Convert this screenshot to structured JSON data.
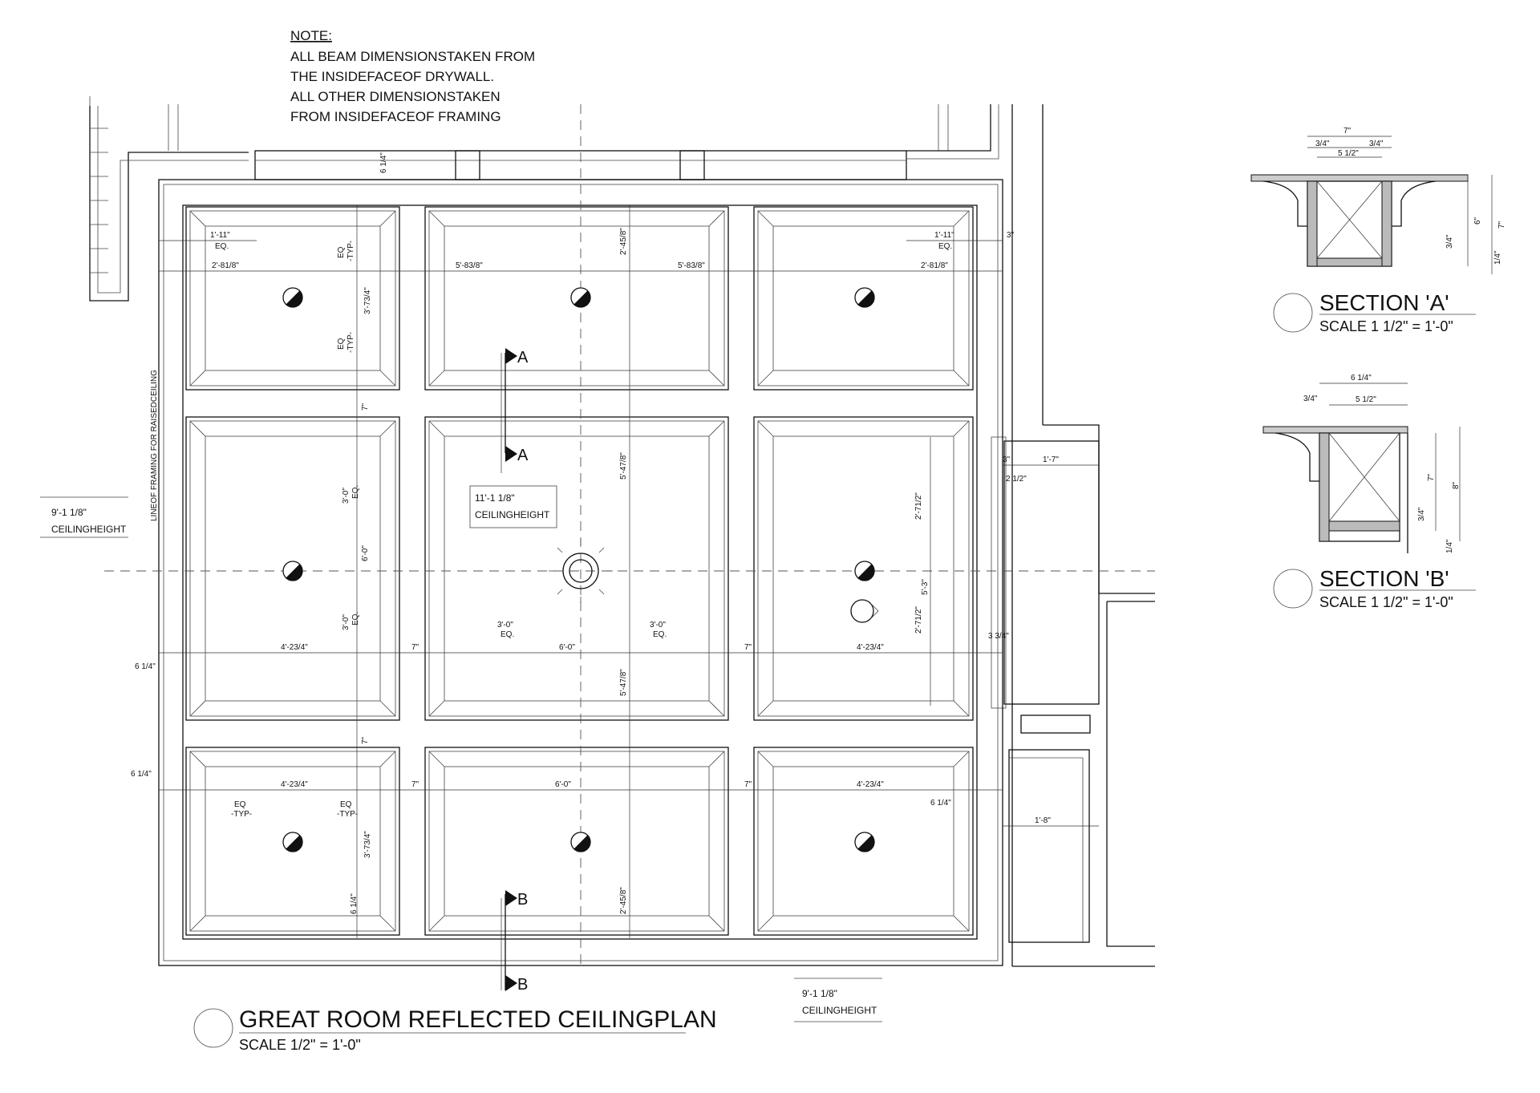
{
  "note": {
    "heading": "NOTE:",
    "lines": [
      "ALL BEAM DIMENSIONSTAKEN FROM",
      "THE INSIDEFACEOF DRYWALL.",
      "ALL OTHER DIMENSIONSTAKEN",
      "FROM INSIDEFACEOF FRAMING"
    ]
  },
  "plan": {
    "title": "GREAT ROOM REFLECTED CEILINGPLAN",
    "scale": "SCALE 1/2\" = 1'-0\"",
    "raised_ceiling_note": "LINEOF FRAMING FOR RAISEDCEILING",
    "center_height": "11'-1 1/8\"",
    "center_height_label": "CEILINGHEIGHT",
    "left_height": "9'-1 1/8\"",
    "left_height_label": "CEILINGHEIGHT",
    "bottom_height": "9'-1 1/8\"",
    "bottom_height_label": "CEILINGHEIGHT",
    "section_marks": [
      "A",
      "A",
      "B",
      "B"
    ]
  },
  "dimensions": {
    "d_11": "1'-11\"",
    "eq": "EQ.",
    "eq_typ": "EQ",
    "typ": "-TYP-",
    "d_2_81": "2'-81/8\"",
    "d_5_83": "5'-83/8\"",
    "d_2_45": "2'-45/8\"",
    "d_3_73": "3'-73/4\"",
    "d_6_14": "6 1/4\"",
    "d_3": "3\"",
    "d_7": "7\"",
    "d_3_0": "3'-0\"",
    "d_6_0": "6'-0\"",
    "d_5_47": "5'-47/8\"",
    "d_4_23": "4'-23/4\"",
    "d_2_71": "2'-71/2\"",
    "d_5_3": "5'-3\"",
    "d_1_7": "1'-7\"",
    "d_2_12": "2 1/2\"",
    "d_3_34": "3 3/4\"",
    "d_1_8": "1'-8\""
  },
  "section_a": {
    "title": "SECTION 'A'",
    "scale": "SCALE 1 1/2\" = 1'-0\"",
    "dims": [
      "7\"",
      "3/4\"",
      "3/4\"",
      "5 1/2\"",
      "6\"",
      "7\"",
      "3/4\"",
      "1/4\""
    ]
  },
  "section_b": {
    "title": "SECTION 'B'",
    "scale": "SCALE 1 1/2\" = 1'-0\"",
    "dims": [
      "6 1/4\"",
      "3/4\"",
      "5 1/2\"",
      "7\"",
      "8\"",
      "3/4\"",
      "1/4\""
    ]
  }
}
